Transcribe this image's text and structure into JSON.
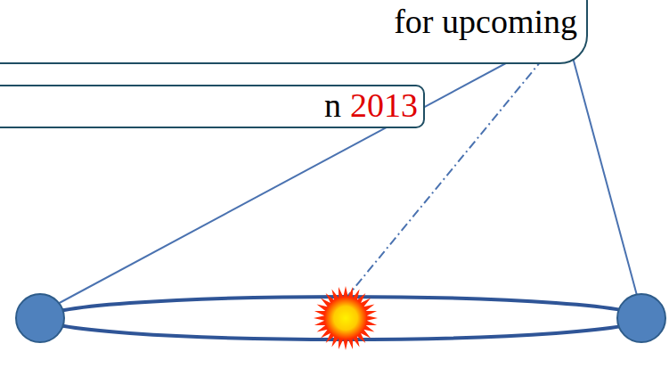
{
  "diagram": {
    "nodes": [
      {
        "text": [
          "for upcoming"
        ]
      },
      {
        "text": [
          "n",
          "2013"
        ]
      }
    ]
  }
}
